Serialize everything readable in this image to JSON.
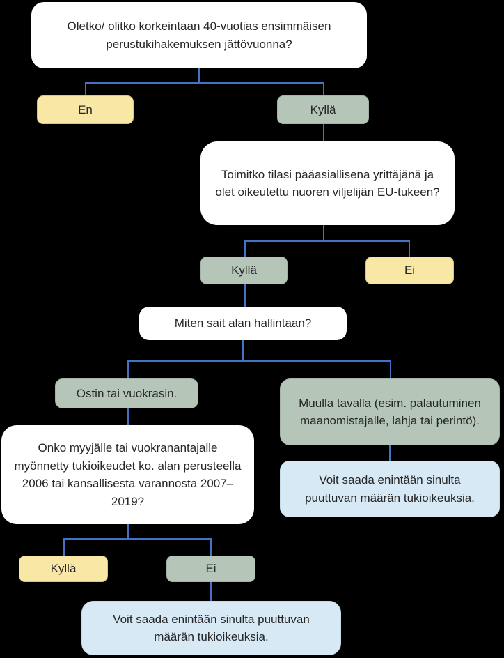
{
  "flowchart": {
    "background_color": "#000000",
    "connector_color": "#4472C4",
    "colors": {
      "question_box": "#FFFFFF",
      "option_green": "#B5C6B8",
      "option_yellow": "#F9E7A6",
      "result_blue": "#D6E9F5",
      "text": "#262626"
    },
    "nodes": {
      "q_age": {
        "type": "question",
        "text": "Oletko/ olitko korkeintaan 40-vuotias ensimmäisen perustukihakemuksen jättövuonna?"
      },
      "a_age_no": {
        "type": "answer",
        "text": "En"
      },
      "a_age_yes": {
        "type": "answer",
        "text": "Kyllä"
      },
      "q_farmer": {
        "type": "question",
        "text": "Toimitko tilasi pääasiallisena yrittäjänä ja olet oikeutettu nuoren viljelijän EU-tukeen?"
      },
      "a_farmer_yes": {
        "type": "answer",
        "text": "Kyllä"
      },
      "a_farmer_no": {
        "type": "answer",
        "text": "Ei"
      },
      "q_acquisition": {
        "type": "question",
        "text": "Miten sait alan hallintaan?"
      },
      "opt_bought_rented": {
        "type": "option",
        "text": "Ostin tai vuokrasin."
      },
      "opt_other_way": {
        "type": "option",
        "text": "Muulla tavalla (esim. palautuminen maanomistajalle, lahja tai perintö)."
      },
      "q_entitlements": {
        "type": "question",
        "text": "Onko myyjälle tai vuokranantajalle myönnetty tukioikeudet ko. alan perusteella 2006 tai kansallisesta varannosta 2007–2019?"
      },
      "result_other_way": {
        "type": "result",
        "text": "Voit saada enintään sinulta puuttuvan määrän tukioikeuksia."
      },
      "a_entitlements_yes": {
        "type": "answer",
        "text": "Kyllä"
      },
      "a_entitlements_no": {
        "type": "answer",
        "text": "Ei"
      },
      "result_entitlements": {
        "type": "result",
        "text": "Voit saada enintään sinulta puuttuvan määrän tukioikeuksia."
      }
    }
  }
}
